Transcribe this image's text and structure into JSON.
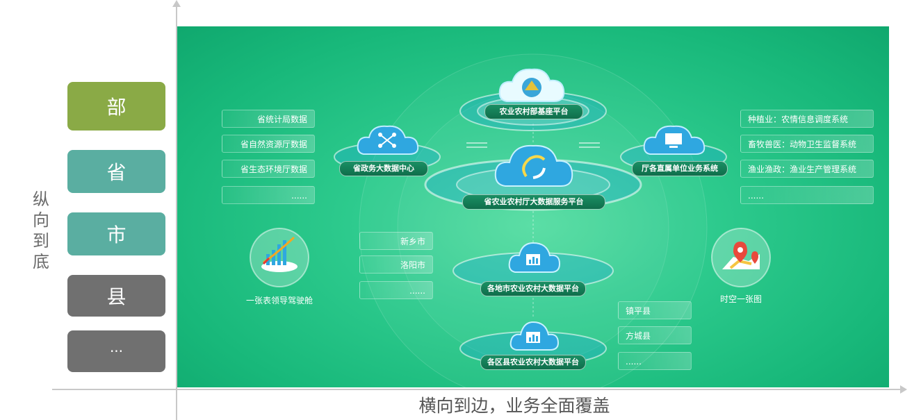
{
  "axes": {
    "vertical_label": "纵向到底",
    "horizontal_label": "横向到边，业务全面覆盖"
  },
  "levels": [
    {
      "label": "部",
      "color": "#8aaa46"
    },
    {
      "label": "省",
      "color": "#5aaea1"
    },
    {
      "label": "市",
      "color": "#5aaea1"
    },
    {
      "label": "县",
      "color": "#707070"
    },
    {
      "label": "···",
      "color": "#707070"
    }
  ],
  "platforms": {
    "ministry": "农业农村部基座平台",
    "provincial_big_data_center": "省政务大数据中心",
    "central": "省农业农村厅大数据服务平台",
    "department_units": "厅各直属单位业务系统",
    "city": "各地市农业农村大数据平台",
    "county": "各区县农业农村大数据平台"
  },
  "left_sources": [
    "省统计局数据",
    "省自然资源厅数据",
    "省生态环境厅数据",
    "......"
  ],
  "right_systems": [
    "种植业：农情信息调度系统",
    "畜牧兽医：动物卫生监督系统",
    "渔业渔政：渔业生产管理系统",
    "......"
  ],
  "cities": [
    "新乡市",
    "洛阳市",
    "......"
  ],
  "counties": [
    "镇平县",
    "方城县",
    "......"
  ],
  "features": {
    "cockpit": "一张表领导驾驶舱",
    "map": "时空一张图"
  },
  "colors": {
    "panel_green": "#2ecb8e",
    "cloud_blue": "#2fa7e0",
    "ministry_level": "#8aaa46",
    "province_city_level": "#5aaea1",
    "county_level": "#707070"
  }
}
